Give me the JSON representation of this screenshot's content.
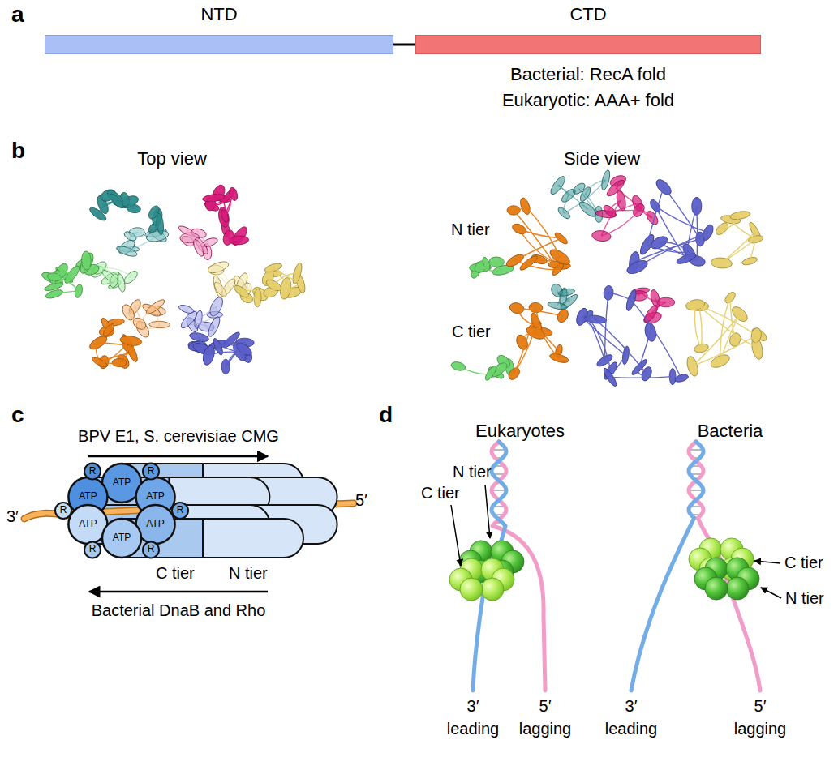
{
  "diagram": {
    "nodes": [
      {
        "text": [
          "NTD"
        ]
      },
      {
        "text": [
          "CTD",
          "Bacterial: RecA fold",
          "Eukaryotic: AAA+ fold"
        ]
      }
    ],
    "edges": [
      {
        "from": 0,
        "to": 1,
        "arrow": "none"
      }
    ],
    "labels": [
      "a",
      "b",
      "Top view",
      "Side view",
      "N tier",
      "C tier",
      "c",
      "BPV E1, S. cerevisiae CMG",
      "3′",
      "5′",
      "ATP",
      "ATP",
      "ATP",
      "ATP",
      "ATP",
      "ATP",
      "R",
      "R",
      "R",
      "R",
      "R",
      "R",
      "C tier",
      "N tier",
      "Bacterial DnaB and Rho",
      "d",
      "Eukaryotes",
      "N tier",
      "C tier",
      "3′",
      "leading",
      "5′",
      "lagging",
      "Bacteria",
      "C tier",
      "N tier",
      "3′",
      "leading",
      "5′",
      "lagging"
    ]
  }
}
